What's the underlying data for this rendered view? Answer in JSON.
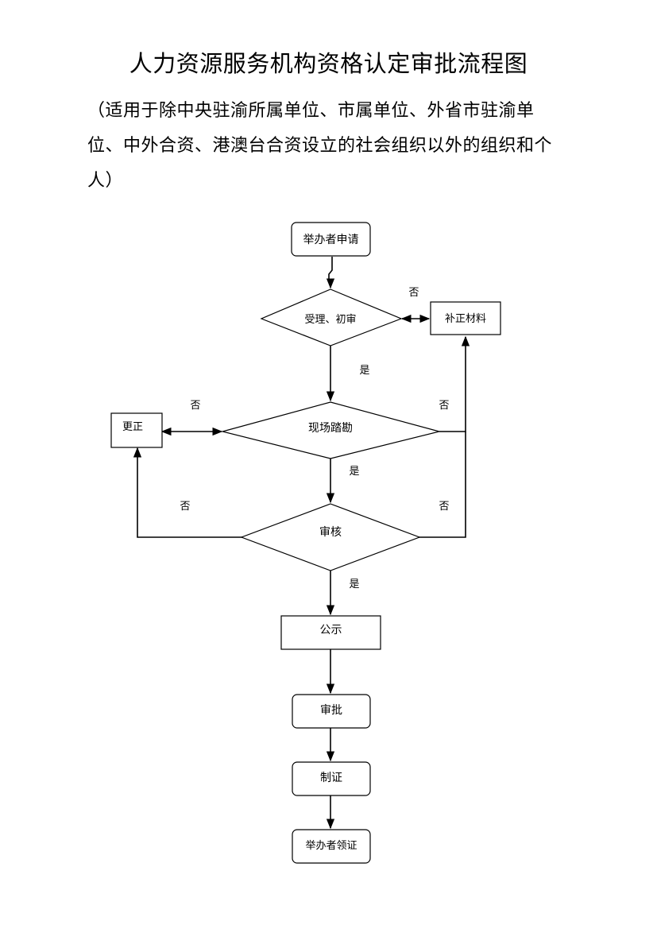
{
  "document": {
    "title": "人力资源服务机构资格认定审批流程图",
    "subtitle": "（适用于除中央驻渝所属单位、市属单位、外省市驻渝单位、中外合资、港澳台合资设立的社会组织以外的组织和个人）"
  },
  "flowchart": {
    "nodes": {
      "apply": "举办者申请",
      "accept": "受理、初审",
      "supplement": "补正材料",
      "correct": "更正",
      "inspect": "现场踏勘",
      "review": "审核",
      "publicize": "公示",
      "approve": "审批",
      "certify": "制证",
      "collect": "举办者领证"
    },
    "edge_labels": {
      "accept_no": "否",
      "accept_yes": "是",
      "inspect_no_left": "否",
      "inspect_no_right": "否",
      "inspect_yes": "是",
      "review_no_left": "否",
      "review_no_right": "否",
      "review_yes": "是"
    }
  }
}
